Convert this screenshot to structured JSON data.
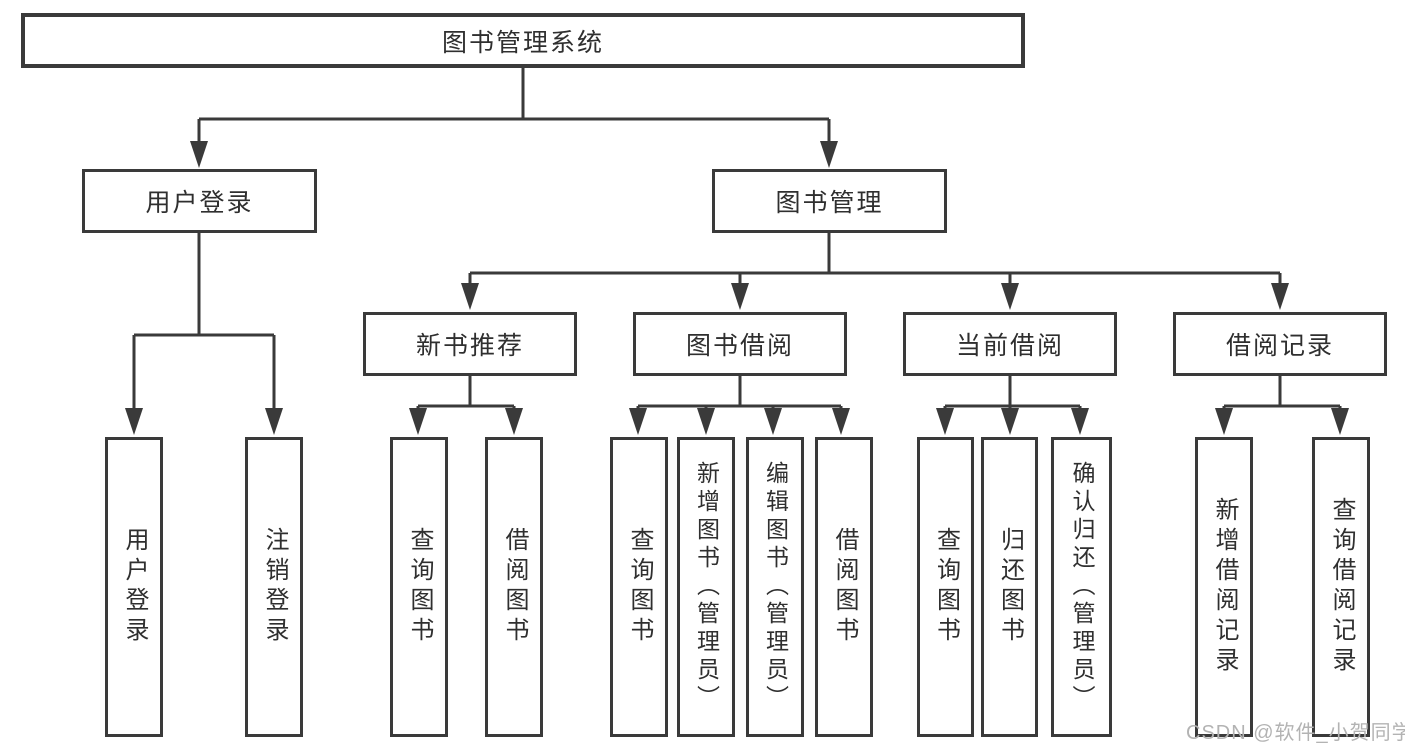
{
  "diagram": {
    "watermark": "CSDN @软件_小贺同学",
    "colors": {
      "background": "#ffffff",
      "line": "#3a3a3a",
      "text": "#2f2f2f",
      "watermark": "#b3b3b3"
    },
    "tree": {
      "label": "图书管理系统",
      "children": [
        {
          "label": "用户登录",
          "children": [
            {
              "label": "用户登录"
            },
            {
              "label": "注销登录"
            }
          ]
        },
        {
          "label": "图书管理",
          "children": [
            {
              "label": "新书推荐",
              "children": [
                {
                  "label": "查询图书"
                },
                {
                  "label": "借阅图书"
                }
              ]
            },
            {
              "label": "图书借阅",
              "children": [
                {
                  "label": "查询图书"
                },
                {
                  "label": "新增图书（管理员）"
                },
                {
                  "label": "编辑图书（管理员）"
                },
                {
                  "label": "借阅图书"
                }
              ]
            },
            {
              "label": "当前借阅",
              "children": [
                {
                  "label": "查询图书"
                },
                {
                  "label": "归还图书"
                },
                {
                  "label": "确认归还（管理员）"
                }
              ]
            },
            {
              "label": "借阅记录",
              "children": [
                {
                  "label": "新增借阅记录"
                },
                {
                  "label": "查询借阅记录"
                }
              ]
            }
          ]
        }
      ]
    }
  }
}
